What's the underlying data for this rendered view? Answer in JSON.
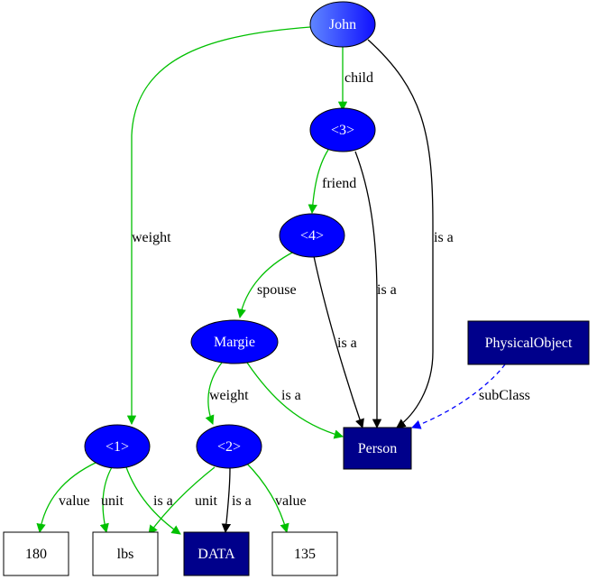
{
  "nodes": {
    "john": "John",
    "n3": "<3>",
    "n4": "<4>",
    "margie": "Margie",
    "n1": "<1>",
    "n2": "<2>",
    "person": "Person",
    "physical_object": "PhysicalObject",
    "v180": "180",
    "lbs": "lbs",
    "data": "DATA",
    "v135": "135"
  },
  "edges": {
    "john_child": "child",
    "john_weight": "weight",
    "john_isa": "is a",
    "n3_friend": "friend",
    "n3_isa": "is a",
    "n4_spouse": "spouse",
    "n4_isa": "is a",
    "margie_weight": "weight",
    "margie_isa": "is a",
    "physobj_subclass": "subClass",
    "n1_value": "value",
    "n1_unit": "unit",
    "n1_isa": "is a",
    "n2_unit": "unit",
    "n2_isa": "is a",
    "n2_value": "value"
  },
  "colors": {
    "node_fill": "#0000ff",
    "dark_box_fill": "#00008b",
    "green_edge": "#00c000",
    "black_edge": "#000000",
    "blue_edge": "#0000ff",
    "john_gradient_start": "#6a8dff",
    "john_gradient_end": "#1a1aff"
  }
}
